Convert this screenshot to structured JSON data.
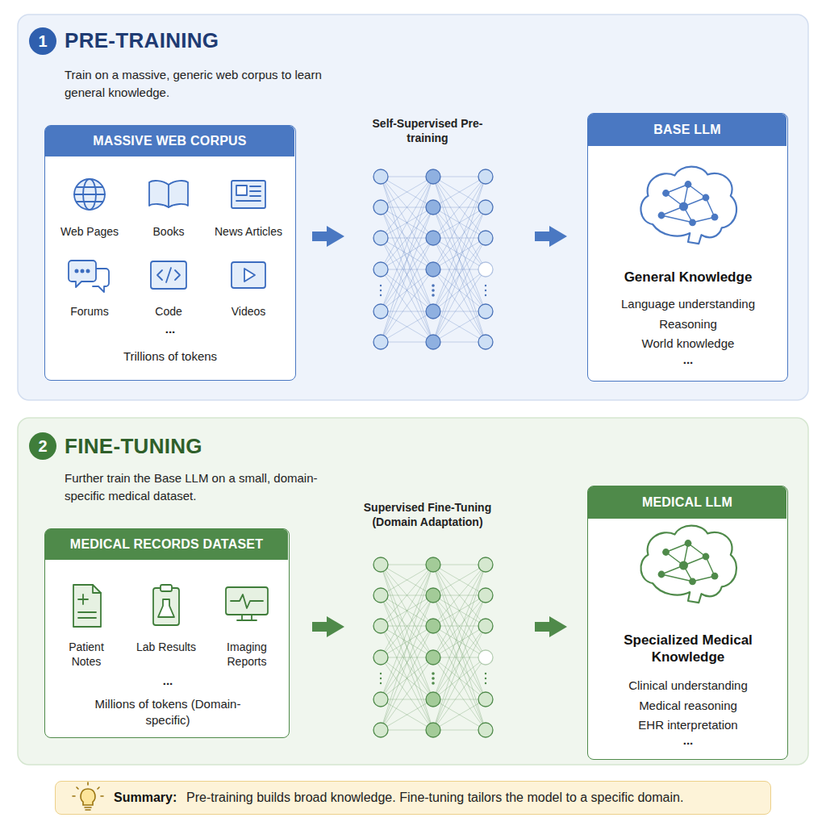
{
  "diagram": {
    "nodes": [
      {
        "text": [
          "PRE-TRAINING",
          "Train on a massive, generic web corpus to learn general knowledge."
        ]
      },
      {
        "text": [
          "1"
        ],
        "in": 0
      },
      {
        "text": [
          "MASSIVE WEB CORPUS",
          "Web Pages",
          "Books",
          "News Articles",
          "Forums",
          "Code",
          "Videos",
          "...",
          "Trillions of tokens"
        ],
        "in": 0
      },
      {
        "text": [
          "Self-Supervised Pre-training"
        ],
        "in": 0
      },
      {
        "text": [
          "BASE LLM",
          "General Knowledge",
          "Language understanding",
          "Reasoning",
          "World knowledge",
          "..."
        ],
        "in": 0
      },
      {
        "text": [
          "FINE-TUNING",
          "Further train the Base LLM on a small, domain-specific medical dataset."
        ]
      },
      {
        "text": [
          "2"
        ],
        "in": 5
      },
      {
        "text": [
          "MEDICAL RECORDS DATASET",
          "Patient Notes",
          "Lab Results",
          "Imaging Reports",
          "...",
          "Millions of tokens (Domain-specific)"
        ],
        "in": 5
      },
      {
        "text": [
          "Supervised Fine-Tuning (Domain Adaptation)"
        ],
        "in": 5
      },
      {
        "text": [
          "MEDICAL LLM",
          "Specialized Medical Knowledge",
          "Clinical understanding",
          "Medical reasoning",
          "EHR interpretation",
          "..."
        ],
        "in": 5
      },
      {
        "text": [
          "Summary:",
          "Pre-training builds broad knowledge. Fine-tuning tailors the model to a specific domain."
        ]
      }
    ],
    "edges": [
      {
        "from": 2,
        "to": 3,
        "arrow": "to"
      },
      {
        "from": 3,
        "to": 4,
        "arrow": "to"
      },
      {
        "from": 7,
        "to": 8,
        "arrow": "to"
      },
      {
        "from": 8,
        "to": 9,
        "arrow": "to"
      }
    ]
  }
}
